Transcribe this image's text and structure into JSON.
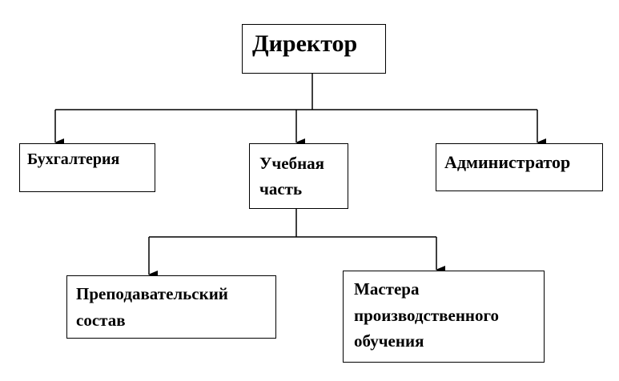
{
  "nodes": {
    "director": "Директор",
    "accounting": "Бухгалтерия",
    "study_part": "Учебная\nчасть",
    "administrator": "Администратор",
    "teaching_staff": "Преподавательский\nсостав",
    "masters": "Мастера\nпроизводственного\nобучения"
  },
  "edges": [
    {
      "from": "director",
      "to": "accounting"
    },
    {
      "from": "director",
      "to": "study_part"
    },
    {
      "from": "director",
      "to": "administrator"
    },
    {
      "from": "study_part",
      "to": "teaching_staff"
    },
    {
      "from": "study_part",
      "to": "masters"
    }
  ]
}
